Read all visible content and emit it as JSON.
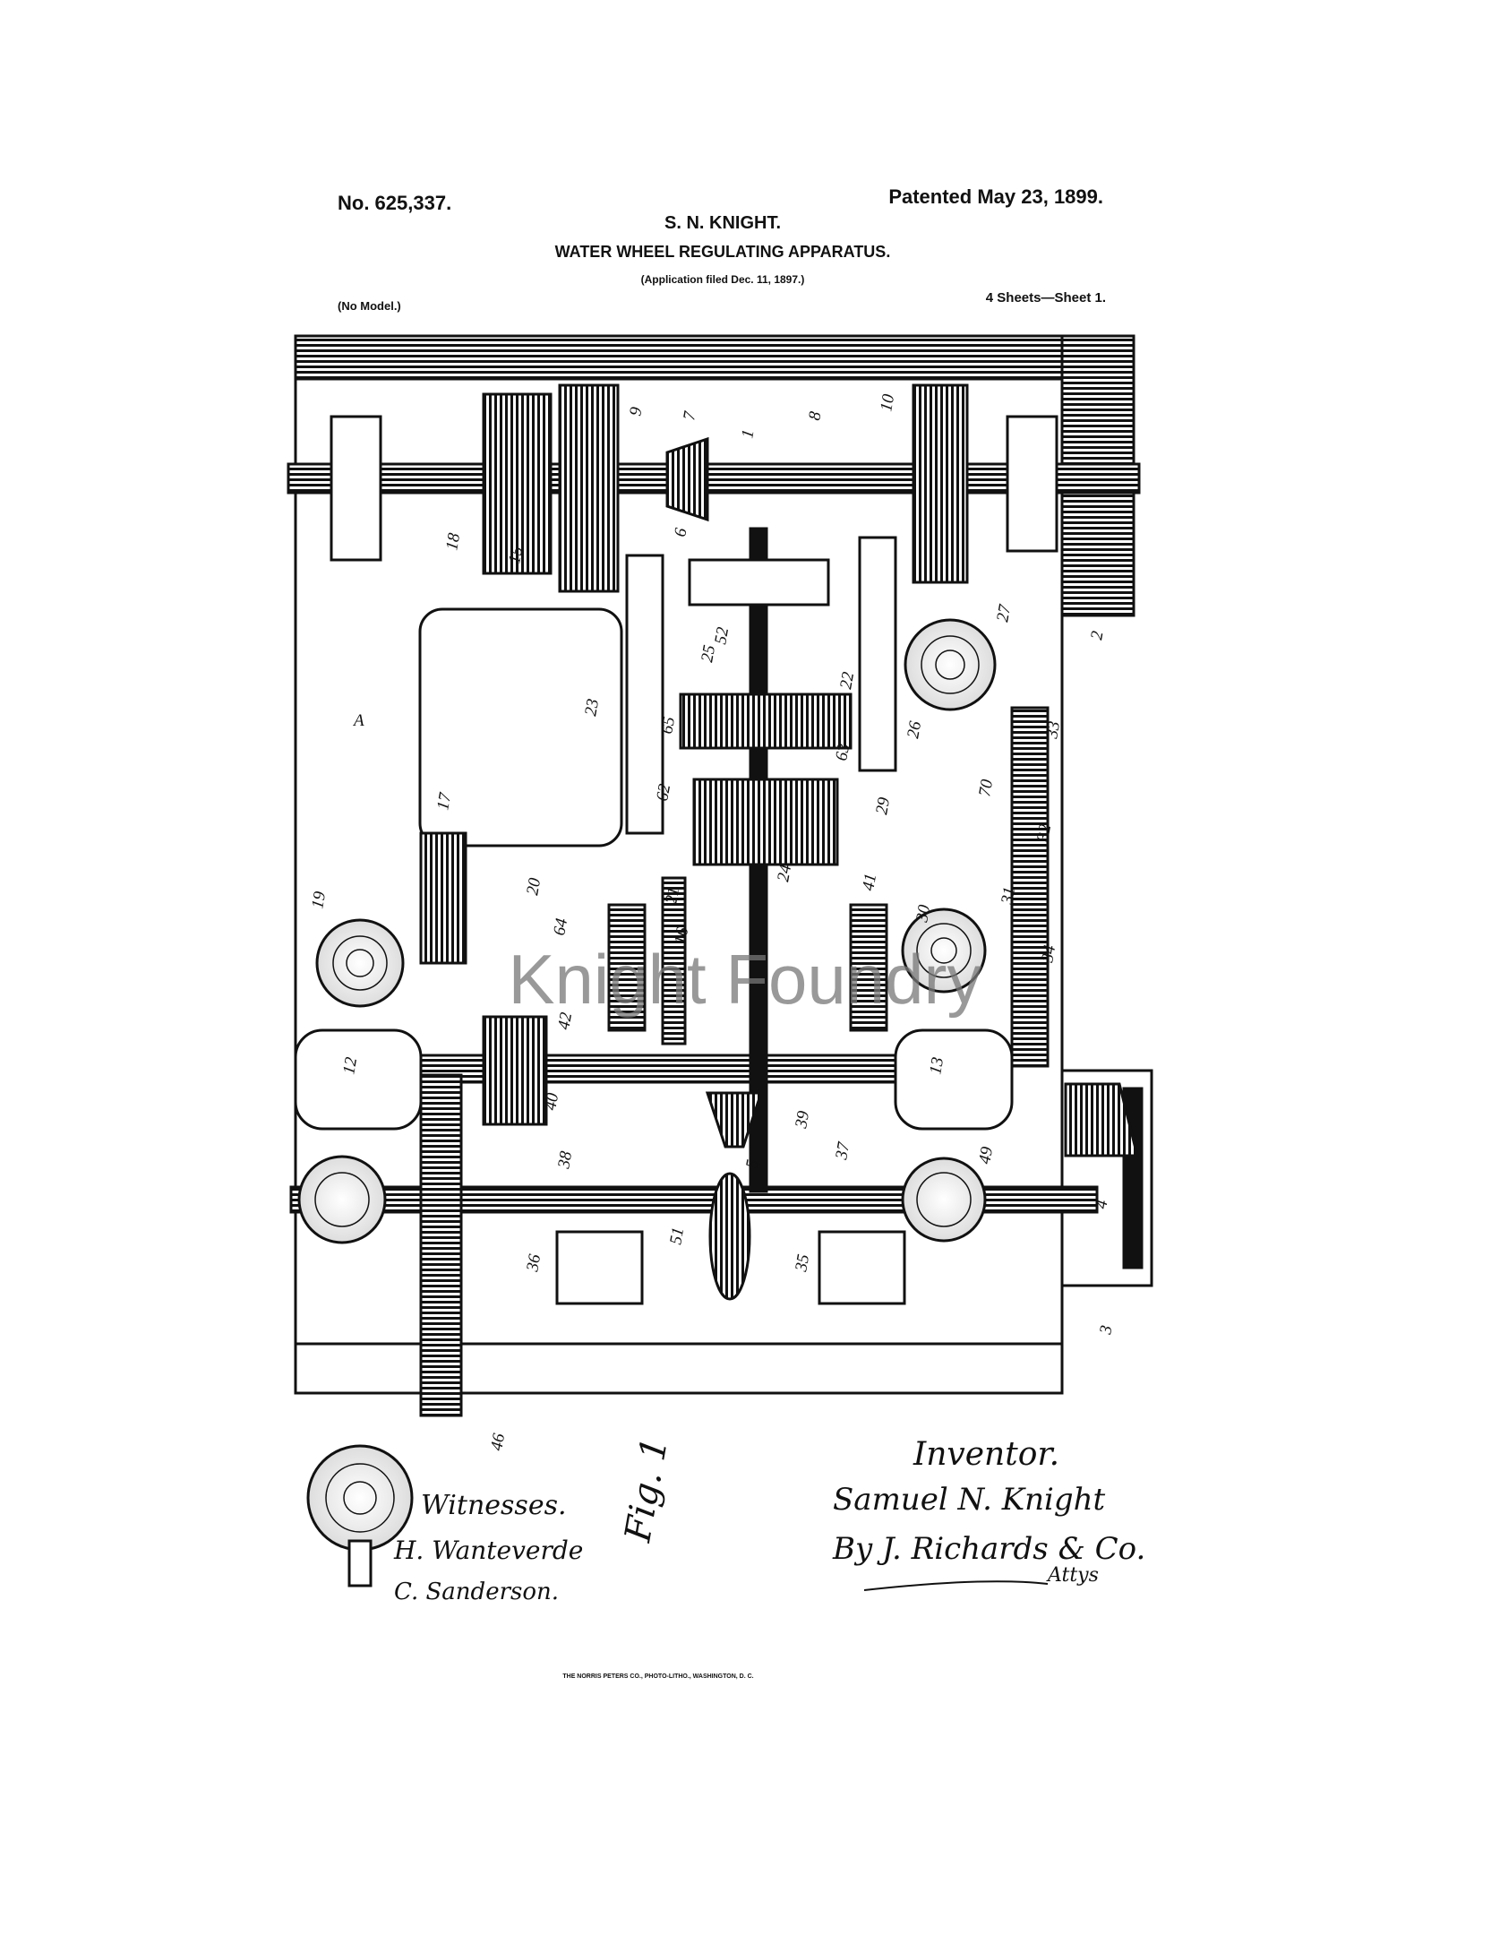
{
  "header": {
    "patent_number": "No. 625,337.",
    "patented_date": "Patented May 23, 1899.",
    "inventor_name": "S. N. KNIGHT.",
    "title": "WATER WHEEL REGULATING APPARATUS.",
    "application": "(Application filed Dec. 11, 1897.)",
    "model": "(No Model.)",
    "sheets": "4 Sheets—Sheet 1."
  },
  "drawing": {
    "figure_label": "Fig. 1",
    "frame_label": "A",
    "part_numbers": [
      "1",
      "2",
      "3",
      "4",
      "5",
      "6",
      "7",
      "8",
      "9",
      "10",
      "12",
      "13",
      "15",
      "16",
      "17",
      "18",
      "19",
      "20",
      "21",
      "22",
      "23",
      "24",
      "25",
      "26",
      "27",
      "29",
      "30",
      "31",
      "32",
      "33",
      "34",
      "35",
      "36",
      "37",
      "38",
      "39",
      "40",
      "41",
      "42",
      "46",
      "49",
      "51",
      "52",
      "62",
      "63",
      "64",
      "65",
      "70"
    ]
  },
  "watermark": "Knight Foundry",
  "witnesses": {
    "label": "Witnesses.",
    "signatures": [
      "H. Wanteverde",
      "C. Sanderson."
    ]
  },
  "inventor": {
    "label": "Inventor.",
    "signature": "Samuel N. Knight",
    "attorney": "By J. Richards & Co.",
    "attorney_suffix": "Attys"
  },
  "footer": "THE NORRIS PETERS CO., PHOTO-LITHO., WASHINGTON, D. C."
}
